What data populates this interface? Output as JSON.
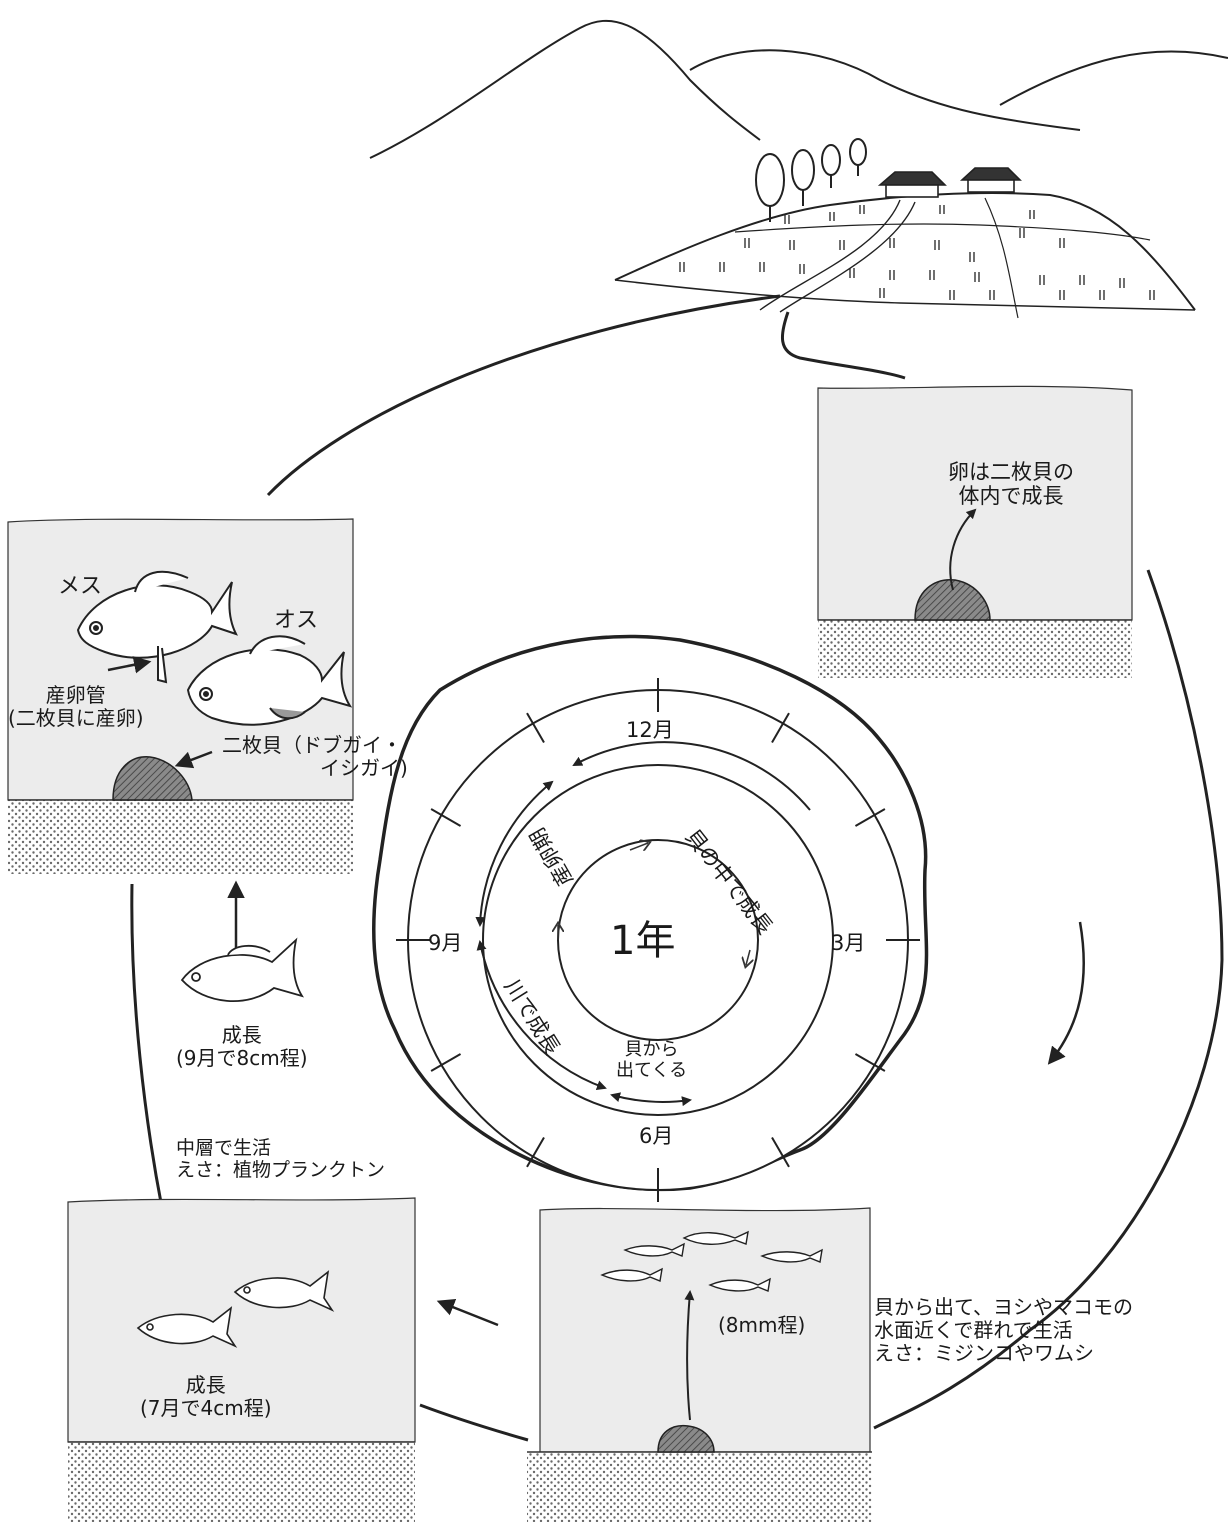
{
  "center": {
    "year": "1年",
    "months": {
      "m12": "12月",
      "m3": "3月",
      "m6": "6月",
      "m9": "9月"
    },
    "arcs": {
      "in_shell": "貝の中で成長",
      "spawning": "産卵期",
      "in_river": "川で成長",
      "exit_shell": [
        "貝から",
        "出てくる"
      ]
    }
  },
  "panels": {
    "spawn": {
      "female": "メス",
      "male": "オス",
      "ovipositor": [
        "産卵管",
        "(二枚貝に産卵)"
      ],
      "mussel": [
        "二枚貝（ドブガイ・",
        "イシガイ)"
      ]
    },
    "egg": {
      "caption": [
        "卵は二枚貝の",
        "体内で成長"
      ]
    },
    "larva": {
      "size": "(8mm程)",
      "habitat": [
        "貝から出て、ヨシやマコモの",
        "水面近くで群れで生活",
        "えさ：ミジンコやワムシ"
      ]
    },
    "juvenile": {
      "habitat": [
        "中層で生活",
        "えさ：植物プランクトン"
      ],
      "growth": [
        "成長",
        "(7月で4cm程)"
      ]
    },
    "subadult": {
      "growth": [
        "成長",
        "(9月で8cm程)"
      ]
    }
  }
}
